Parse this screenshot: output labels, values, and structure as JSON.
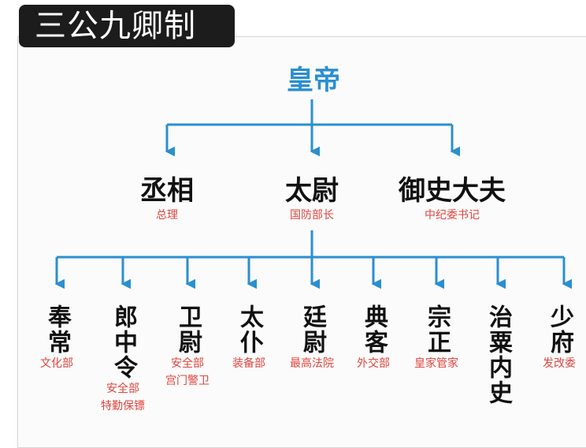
{
  "title": "三公九卿制",
  "root": {
    "name": "皇帝"
  },
  "three_lords": [
    {
      "name": "丞相",
      "modern": "总理"
    },
    {
      "name": "太尉",
      "modern": "国防部长"
    },
    {
      "name": "御史大夫",
      "modern": "中纪委书记"
    }
  ],
  "nine_ministers": [
    {
      "name": "奉常",
      "modern": [
        "文化部"
      ]
    },
    {
      "name": "郎中令",
      "modern": [
        "安全部",
        "特勤保镖"
      ]
    },
    {
      "name": "卫尉",
      "modern": [
        "安全部",
        "宫门警卫"
      ]
    },
    {
      "name": "太仆",
      "modern": [
        "装备部"
      ]
    },
    {
      "name": "廷尉",
      "modern": [
        "最高法院"
      ]
    },
    {
      "name": "典客",
      "modern": [
        "外交部"
      ]
    },
    {
      "name": "宗正",
      "modern": [
        "皇家管家"
      ]
    },
    {
      "name": "治粟内史",
      "modern": []
    },
    {
      "name": "少府",
      "modern": [
        "发改委"
      ]
    }
  ],
  "colors": {
    "connector": "#2a8fd0",
    "modern_label": "#e0453e",
    "title_bg": "#1c1c1c"
  }
}
